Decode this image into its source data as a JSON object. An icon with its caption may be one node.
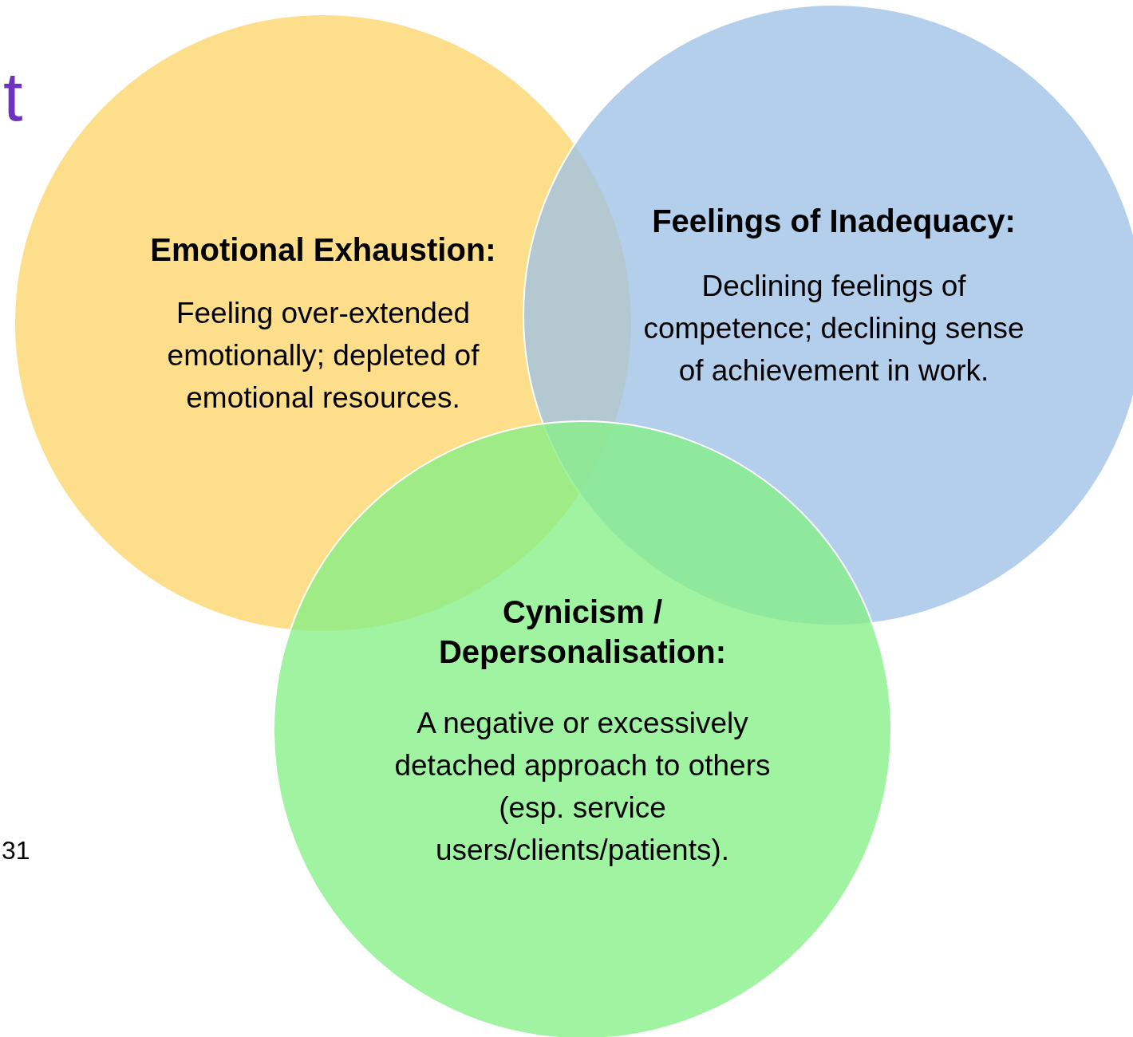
{
  "diagram": {
    "nodes": [
      {
        "text": [
          "Emotional Exhaustion:",
          "Feeling over-extended emotionally; depleted of emotional resources."
        ]
      },
      {
        "text": [
          "Feelings of Inadequacy:",
          "Declining feelings of competence; declining sense of achievement in work."
        ]
      },
      {
        "text": [
          "Cynicism / Depersonalisation:",
          "A negative or excessively detached approach to others (esp. service users/clients/patients)."
        ]
      }
    ],
    "edges": [],
    "labels": [
      "t",
      "31"
    ]
  }
}
